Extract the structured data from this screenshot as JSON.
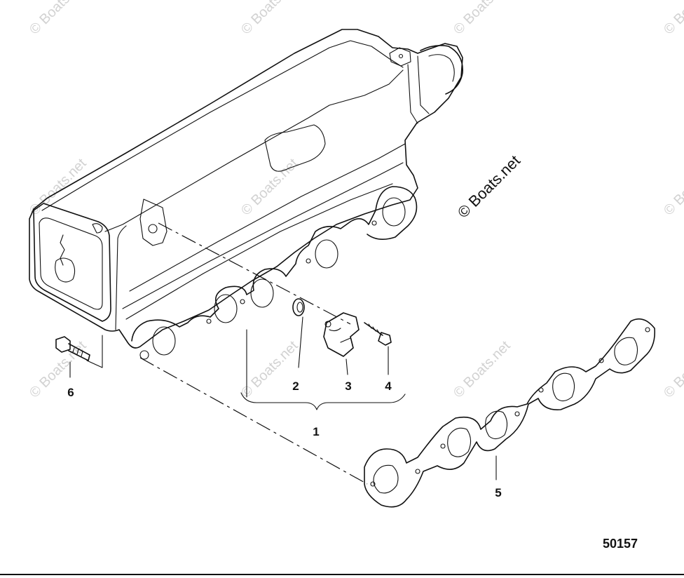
{
  "callouts": {
    "c1": "1",
    "c2": "2",
    "c3": "3",
    "c4": "4",
    "c5": "5",
    "c6": "6"
  },
  "figure_number": "50157",
  "watermark": "© Boats.net",
  "colors": {
    "line": "#111111",
    "watermark": "#d2d2d2",
    "background": "#ffffff"
  }
}
